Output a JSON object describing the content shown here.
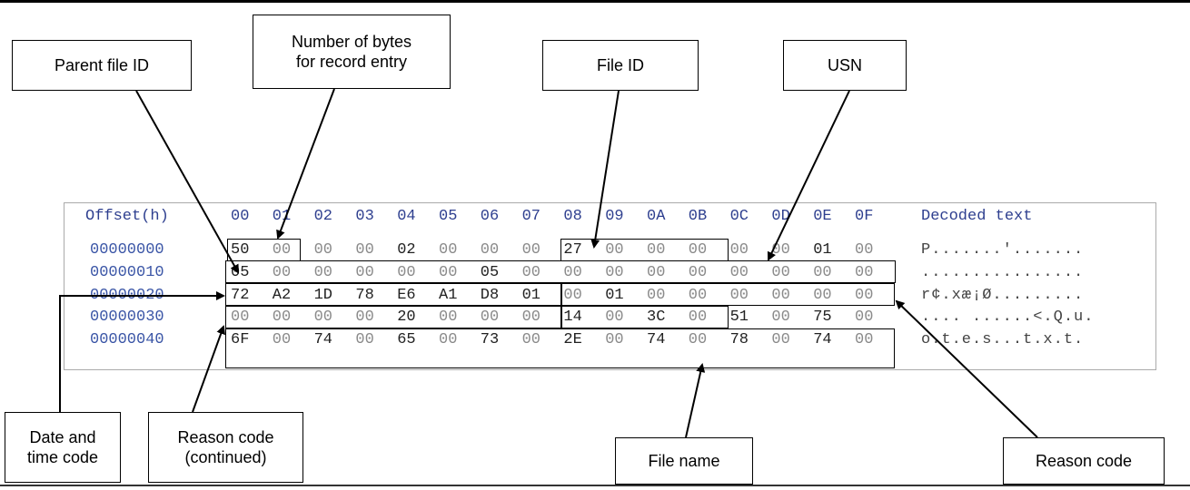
{
  "callouts": {
    "parent_file_id": "Parent file ID",
    "number_of_bytes": "Number of bytes\nfor record entry",
    "file_id": "File ID",
    "usn": "USN",
    "date_time_code": "Date and\ntime code",
    "reason_code_continued": "Reason code\n(continued)",
    "file_name": "File name",
    "reason_code": "Reason code"
  },
  "hex_view": {
    "offset_header": "Offset(h)",
    "column_headers": [
      "00",
      "01",
      "02",
      "03",
      "04",
      "05",
      "06",
      "07",
      "08",
      "09",
      "0A",
      "0B",
      "0C",
      "0D",
      "0E",
      "0F"
    ],
    "decoded_header": "Decoded text",
    "rows": [
      {
        "offset": "00000000",
        "bytes": [
          "50",
          "00",
          "00",
          "00",
          "02",
          "00",
          "00",
          "00",
          "27",
          "00",
          "00",
          "00",
          "00",
          "00",
          "01",
          "00"
        ],
        "decoded": "P.......'......."
      },
      {
        "offset": "00000010",
        "bytes": [
          "05",
          "00",
          "00",
          "00",
          "00",
          "00",
          "05",
          "00",
          "00",
          "00",
          "00",
          "00",
          "00",
          "00",
          "00",
          "00"
        ],
        "decoded": "................"
      },
      {
        "offset": "00000020",
        "bytes": [
          "72",
          "A2",
          "1D",
          "78",
          "E6",
          "A1",
          "D8",
          "01",
          "00",
          "01",
          "00",
          "00",
          "00",
          "00",
          "00",
          "00"
        ],
        "decoded": "r¢.xæ¡Ø........."
      },
      {
        "offset": "00000030",
        "bytes": [
          "00",
          "00",
          "00",
          "00",
          "20",
          "00",
          "00",
          "00",
          "14",
          "00",
          "3C",
          "00",
          "51",
          "00",
          "75",
          "00"
        ],
        "decoded": ".... ......<.Q.u."
      },
      {
        "offset": "00000040",
        "bytes": [
          "6F",
          "00",
          "74",
          "00",
          "65",
          "00",
          "73",
          "00",
          "2E",
          "00",
          "74",
          "00",
          "78",
          "00",
          "74",
          "00"
        ],
        "decoded": "o.t.e.s...t.x.t."
      }
    ]
  }
}
